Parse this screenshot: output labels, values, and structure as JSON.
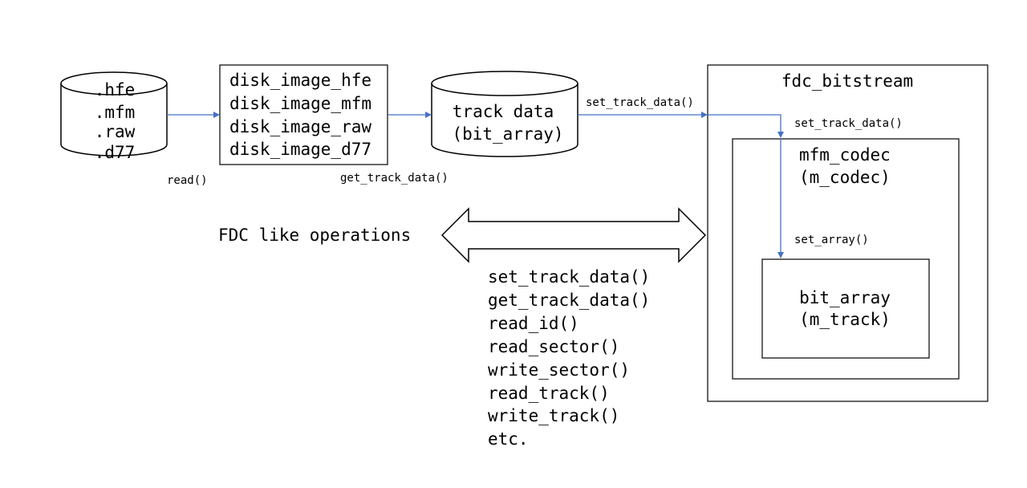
{
  "colors": {
    "connector": "#4472c4",
    "outline": "#000000",
    "background": "#ffffff"
  },
  "storage": {
    "formats": [
      ".hfe",
      ".mfm",
      ".raw",
      ".d77"
    ]
  },
  "disk_image_classes": [
    "disk_image_hfe",
    "disk_image_mfm",
    "disk_image_raw",
    "disk_image_d77"
  ],
  "track_data": {
    "line1": "track data",
    "line2": "(bit_array)"
  },
  "edge_labels": {
    "read": "read()",
    "get_track_data": "get_track_data()",
    "set_track_data_outer": "set_track_data()",
    "set_track_data_inner": "set_track_data()",
    "set_array": "set_array()"
  },
  "fdc_bitstream": {
    "title": "fdc_bitstream"
  },
  "mfm_codec": {
    "line1": "mfm_codec",
    "line2": "(m_codec)"
  },
  "bit_array_inner": {
    "line1": "bit_array",
    "line2": "(m_track)"
  },
  "fdc_ops": {
    "label": "FDC like operations",
    "items": [
      "set_track_data()",
      "get_track_data()",
      "read_id()",
      "read_sector()",
      "write_sector()",
      "read_track()",
      "write_track()",
      "etc."
    ]
  }
}
